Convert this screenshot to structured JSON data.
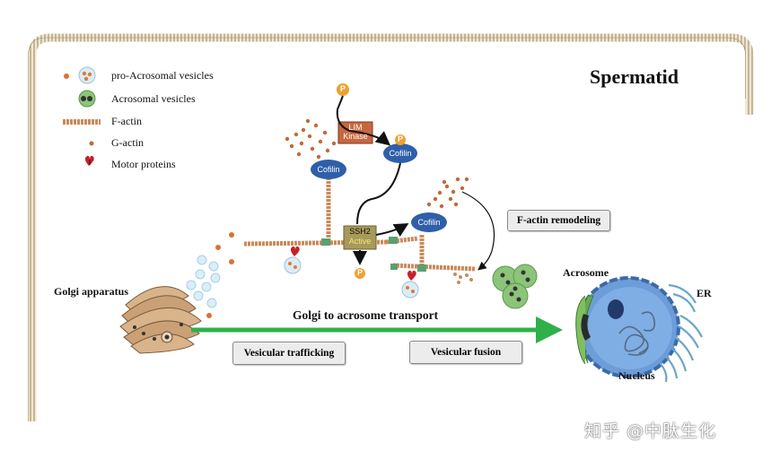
{
  "title": "Spermatid",
  "legend": [
    {
      "label": "pro-Acrosomal vesicles",
      "icon": "pro-acrosomal-vesicle-icon"
    },
    {
      "label": "Acrosomal vesicles",
      "icon": "acrosomal-vesicle-icon"
    },
    {
      "label": "F-actin",
      "icon": "f-actin-icon"
    },
    {
      "label": "G-actin",
      "icon": "g-actin-icon"
    },
    {
      "label": "Motor proteins",
      "icon": "motor-protein-icon"
    }
  ],
  "labels": {
    "golgi": "Golgi apparatus",
    "transport": "Golgi to acrosome transport",
    "acrosome": "Acrosome",
    "er": "ER",
    "nucleus": "Nucleus",
    "lim_kinase_line1": "LIM",
    "lim_kinase_line2": "Kinase",
    "cofilin": "Cofilin",
    "ssh2": "SSH2",
    "active": "Active",
    "phospho": "P"
  },
  "boxes": {
    "remodeling": "F-actin remodeling",
    "trafficking": "Vesicular trafficking",
    "fusion": "Vesicular fusion"
  },
  "watermark": "知乎 @中肽生化",
  "colors": {
    "membrane": "#b9a98a",
    "f_actin": "#c98a5a",
    "g_actin": "#c06a3a",
    "cofilin": "#2f5fa8",
    "lim_kinase": "#c8673e",
    "ssh2": "#a89a5a",
    "phospho": "#f0a030",
    "arrow_green": "#2fb04a",
    "nucleus": "#6d9dd8",
    "acrosome": "#6aa84f",
    "vesicle_blue": "#cfe6f3"
  }
}
